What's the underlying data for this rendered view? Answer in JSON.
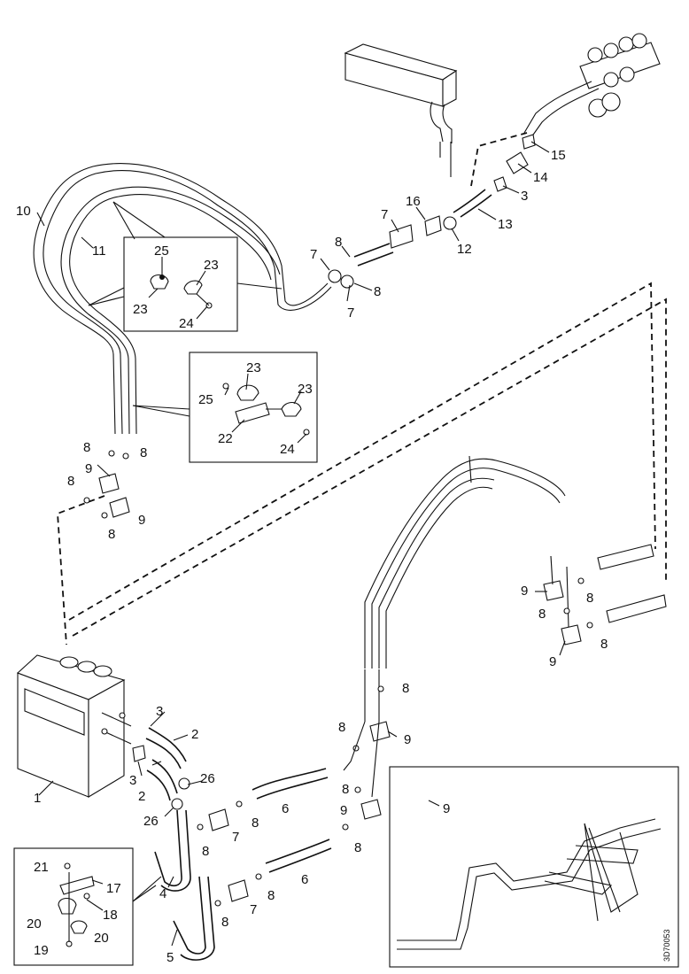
{
  "drawing_code": "3D70053",
  "callouts": {
    "c1": "1",
    "c2a": "2",
    "c2b": "2",
    "c3a": "3",
    "c3b": "3",
    "c3c": "3",
    "c4": "4",
    "c5": "5",
    "c6a": "6",
    "c6b": "6",
    "c7a": "7",
    "c7b": "7",
    "c7c": "7",
    "c7d": "7",
    "c7e": "7",
    "c8a": "8",
    "c8b": "8",
    "c8c": "8",
    "c8d": "8",
    "c8e": "8",
    "c8f": "8",
    "c8g": "8",
    "c8h": "8",
    "c8i": "8",
    "c8j": "8",
    "c8k": "8",
    "c8l": "8",
    "c8m": "8",
    "c8n": "8",
    "c8o": "8",
    "c8p": "8",
    "c8q": "8",
    "c8r": "8",
    "c9a": "9",
    "c9b": "9",
    "c9c": "9",
    "c9d": "9",
    "c9e": "9",
    "c9f": "9",
    "c9g": "9",
    "c10": "10",
    "c11": "11",
    "c12": "12",
    "c13": "13",
    "c14": "14",
    "c15": "15",
    "c16": "16",
    "c17": "17",
    "c18": "18",
    "c19": "19",
    "c20a": "20",
    "c20b": "20",
    "c21": "21",
    "c22": "22",
    "c23a": "23",
    "c23b": "23",
    "c23c": "23",
    "c23d": "23",
    "c24a": "24",
    "c24b": "24",
    "c25a": "25",
    "c25b": "25",
    "c26a": "26",
    "c26b": "26"
  }
}
